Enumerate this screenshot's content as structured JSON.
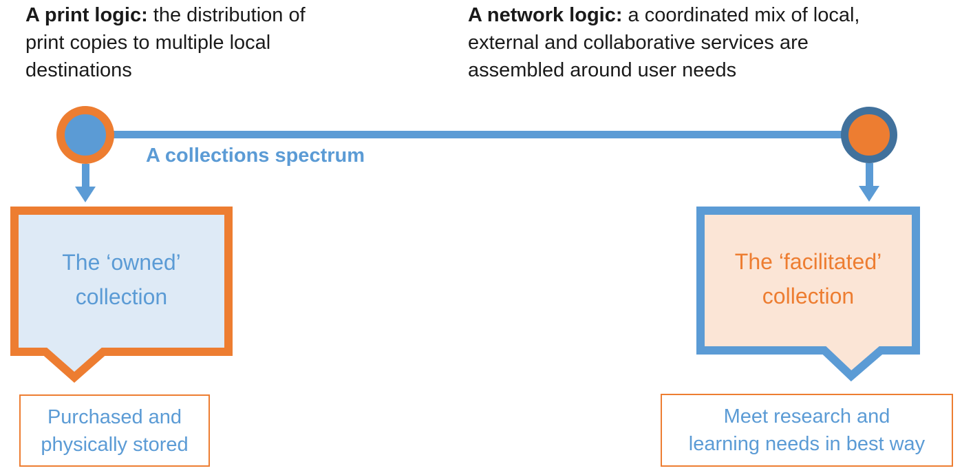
{
  "colors": {
    "blue": "#5B9BD5",
    "dark_blue": "#41719C",
    "orange": "#ED7D31",
    "light_blue_fill": "#DEEAF6",
    "light_orange_fill": "#FBE5D6",
    "text_black": "#1a1a1a"
  },
  "top_left_note": {
    "bold": "A print logic:",
    "line1_rest": " the distribution of",
    "line2": "print copies to multiple local",
    "line3": "destinations"
  },
  "top_right_note": {
    "bold": "A network logic:",
    "line1_rest": " a coordinated mix of local,",
    "line2": "external and collaborative services are",
    "line3": "assembled around user needs"
  },
  "spectrum": {
    "label": "A collections spectrum"
  },
  "left_callout": {
    "line1": "The ‘owned’",
    "line2": "collection"
  },
  "right_callout": {
    "line1": "The ‘facilitated’",
    "line2": "collection"
  },
  "left_box": {
    "line1": "Purchased and",
    "line2": "physically stored"
  },
  "right_box": {
    "line1": "Meet research and",
    "line2": "learning needs in best way"
  }
}
